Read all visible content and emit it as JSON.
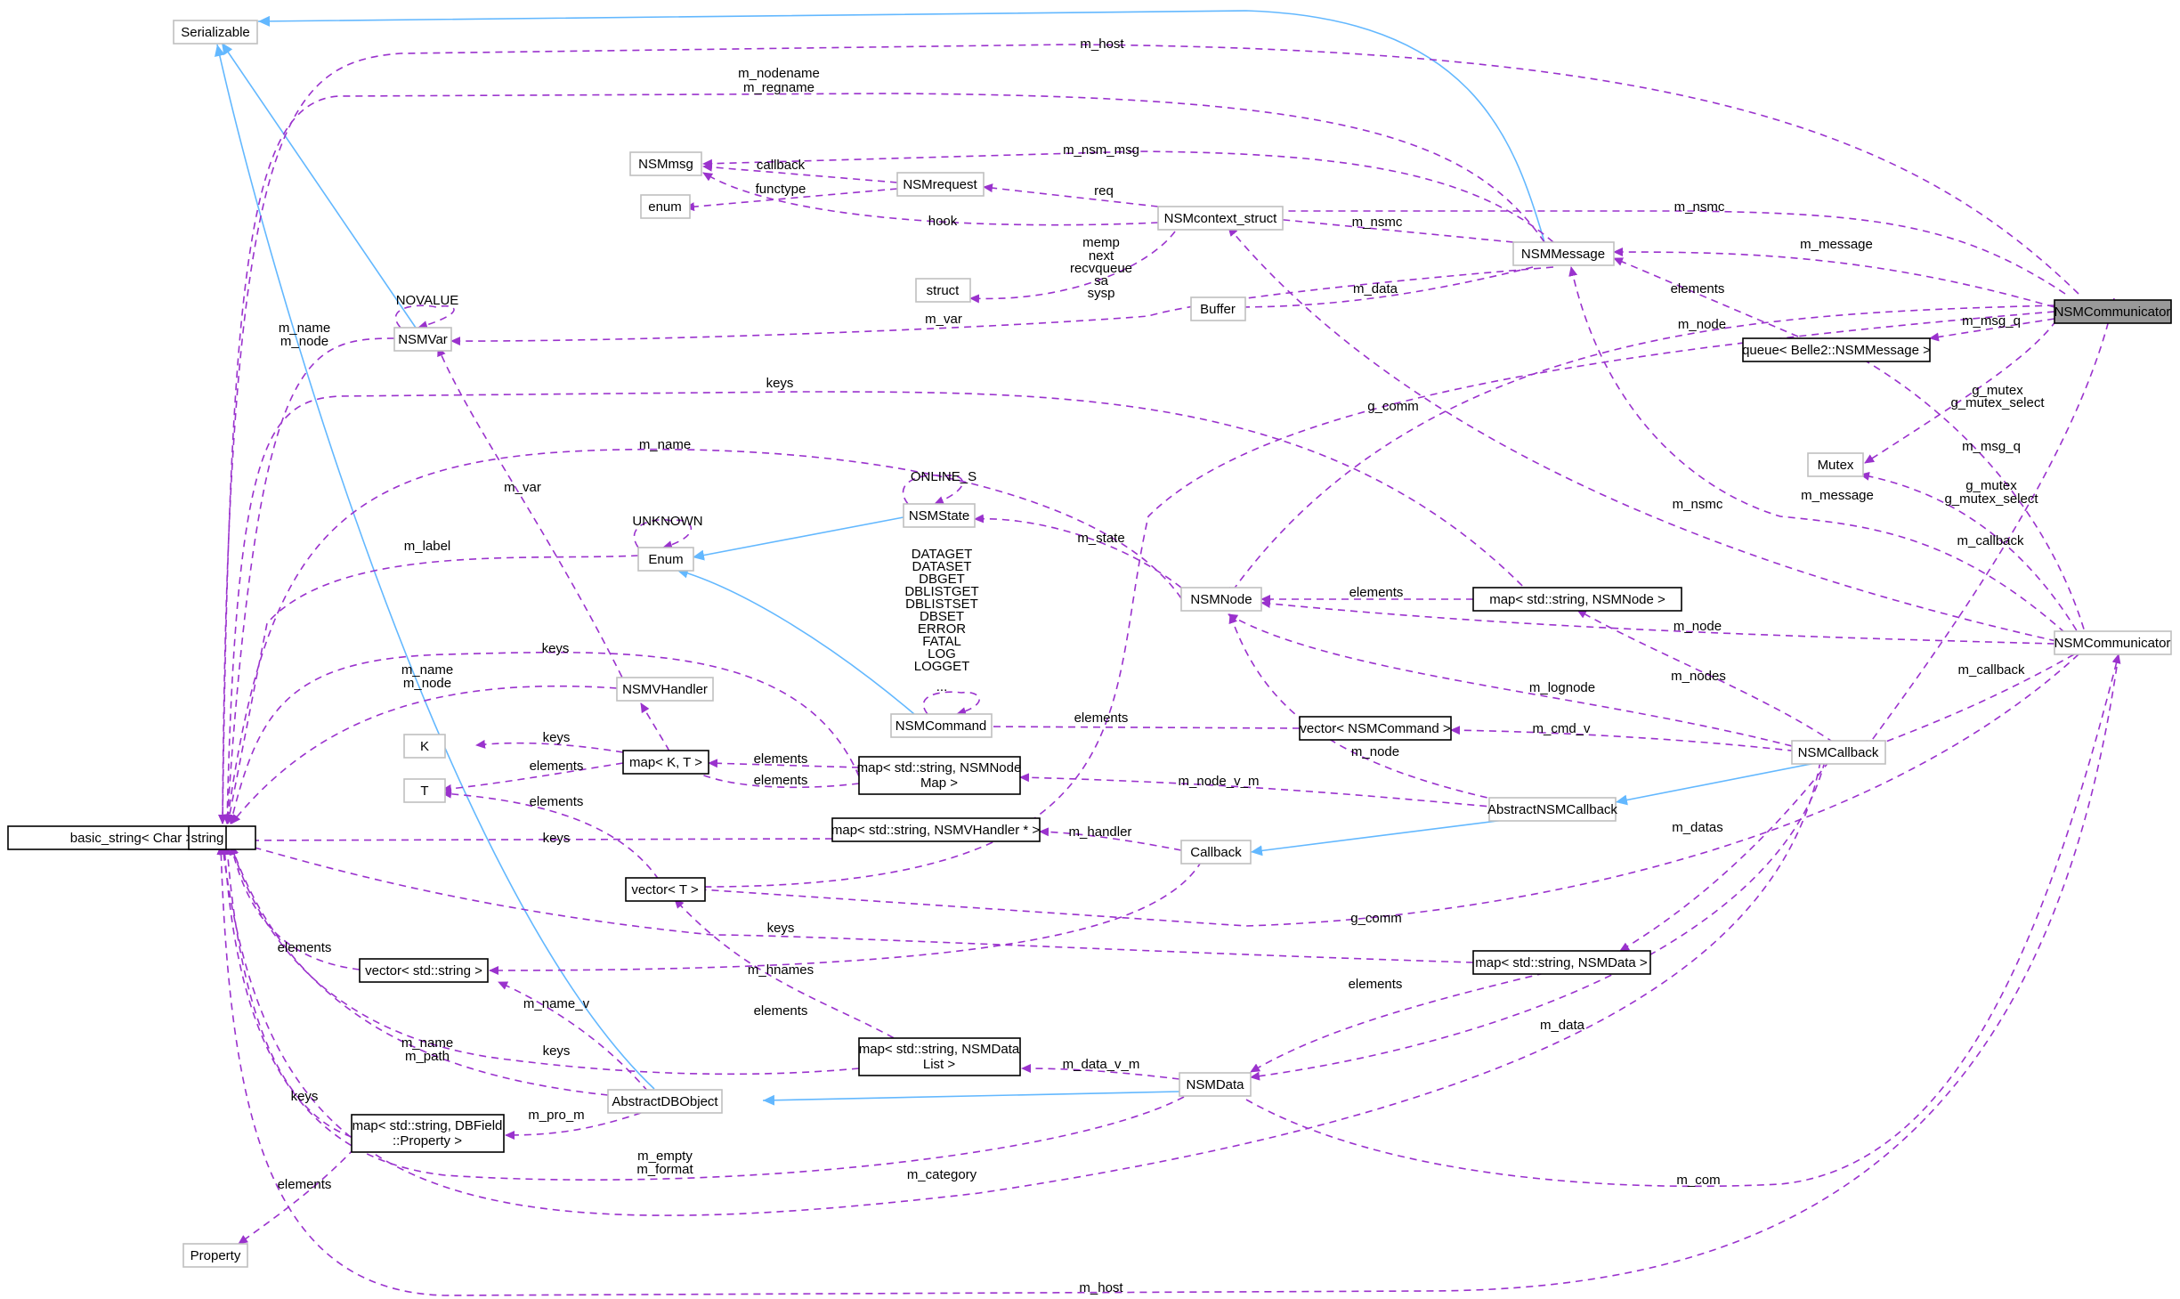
{
  "diagram": {
    "nodes": {
      "serializable": "Serializable",
      "basic_string": "basic_string< Char >",
      "string": "string",
      "property": "Property",
      "nsmmsg": "NSMmsg",
      "enum_kw": "enum",
      "struct_kw": "struct",
      "nsmvar": "NSMVar",
      "nsmrequest": "NSMrequest",
      "nsmcontext": "NSMcontext_struct",
      "buffer": "Buffer",
      "nsmmessage": "NSMMessage",
      "nsmcommunicator_focus": "NSMCommunicator",
      "queue": "queue< Belle2::NSMMessage >",
      "mutex": "Mutex",
      "nsmstate": "NSMState",
      "enum_cls": "Enum",
      "nsmnode": "NSMNode",
      "map_nsmnode": "map< std::string, NSMNode >",
      "nsmcommunicator": "NSMCommunicator",
      "nsmvhandler": "NSMVHandler",
      "nsmcommand": "NSMCommand",
      "vector_nsmcommand": "vector< NSMCommand >",
      "nsmcallback": "NSMCallback",
      "k": "K",
      "t": "T",
      "map_kt": "map< K, T >",
      "map_nodemap_l1": "map< std::string, NSMNode",
      "map_nodemap_l2": "Map >",
      "abstractnsmcallback": "AbstractNSMCallback",
      "map_vhandler": "map< std::string, NSMVHandler * >",
      "callback": "Callback",
      "vector_t": "vector< T >",
      "vector_string": "vector< std::string >",
      "map_nsmdata": "map< std::string, NSMData >",
      "map_datalist_l1": "map< std::string, NSMData",
      "map_datalist_l2": "List >",
      "nsmdata": "NSMData",
      "abstractdbobject": "AbstractDBObject",
      "map_dbfield_l1": "map< std::string, DBField",
      "map_dbfield_l2": "::Property >"
    },
    "labels": {
      "m_host_top": "m_host",
      "m_nodename": "m_nodename",
      "m_regname": "m_regname",
      "m_nsm_msg": "m_nsm_msg",
      "callback": "callback",
      "functype": "functype",
      "req": "req",
      "hook": "hook",
      "m_nsmc_1": "m_nsmc",
      "m_nsmc_2": "m_nsmc",
      "m_message_1": "m_message",
      "memp": "memp",
      "next": "next",
      "recvqueue": "recvqueue",
      "sa": "sa",
      "sysp": "sysp",
      "m_data_buf": "m_data",
      "elements_queue": "elements",
      "m_var_ctx": "m_var",
      "m_node_1": "m_node",
      "m_msg_q_1": "m_msg_q",
      "novalue": "NOVALUE",
      "m_name_var": "m_name",
      "m_node_var": "m_node",
      "g_mutex_1": "g_mutex",
      "g_mutex_select_1": "g_mutex_select",
      "keys_top": "keys",
      "g_comm_1": "g_comm",
      "m_name_node": "m_name",
      "m_var_handler": "m_var",
      "m_msg_q_2": "m_msg_q",
      "online_s": "ONLINE_S",
      "g_mutex_2": "g_mutex",
      "g_mutex_select_2": "g_mutex_select",
      "m_message_2": "m_message",
      "m_nsmc_3": "m_nsmc",
      "unknown": "UNKNOWN",
      "m_state": "m_state",
      "m_callback_1": "m_callback",
      "m_label": "m_label",
      "elements_nodemap": "elements",
      "m_node_2": "m_node",
      "dataget": "DATAGET",
      "dataset": "DATASET",
      "dbget": "DBGET",
      "dblistget": "DBLISTGET",
      "dblistset": "DBLISTSET",
      "dbset": "DBSET",
      "error": "ERROR",
      "fatal": "FATAL",
      "log": "LOG",
      "logget": "LOGGET",
      "ellipsis": "...",
      "keys_handler": "keys",
      "m_name_h": "m_name",
      "m_node_h": "m_node",
      "m_callback_2": "m_callback",
      "m_lognode": "m_lognode",
      "m_nodes": "m_nodes",
      "elements_cmd": "elements",
      "keys_k": "keys",
      "m_cmd_v": "m_cmd_v",
      "m_node_3": "m_node",
      "elements_t": "elements",
      "elements_kt": "elements",
      "elements_vh": "elements",
      "m_node_v_m": "m_node_v_m",
      "elements_vt": "elements",
      "keys_vh": "keys",
      "m_handler": "m_handler",
      "m_datas": "m_datas",
      "g_comm_2": "g_comm",
      "keys_nsmdata": "keys",
      "elements_vs": "elements",
      "m_hnames": "m_hnames",
      "elements_nsmdata": "elements",
      "m_data": "m_data",
      "m_name_v": "m_name_v",
      "elements_dl": "elements",
      "keys_dl": "keys",
      "m_name_ab": "m_name",
      "m_path": "m_path",
      "m_data_v_m": "m_data_v_m",
      "keys_db": "keys",
      "m_pro_m": "m_pro_m",
      "m_empty": "m_empty",
      "m_format": "m_format",
      "m_category": "m_category",
      "m_com": "m_com",
      "elements_prop": "elements",
      "m_host_bottom": "m_host"
    }
  },
  "colors": {
    "member_edge": "#9a32cd",
    "inheritance_edge": "#63b8ff",
    "focus_fill": "#999999",
    "grey_border": "#bfbfbf"
  }
}
